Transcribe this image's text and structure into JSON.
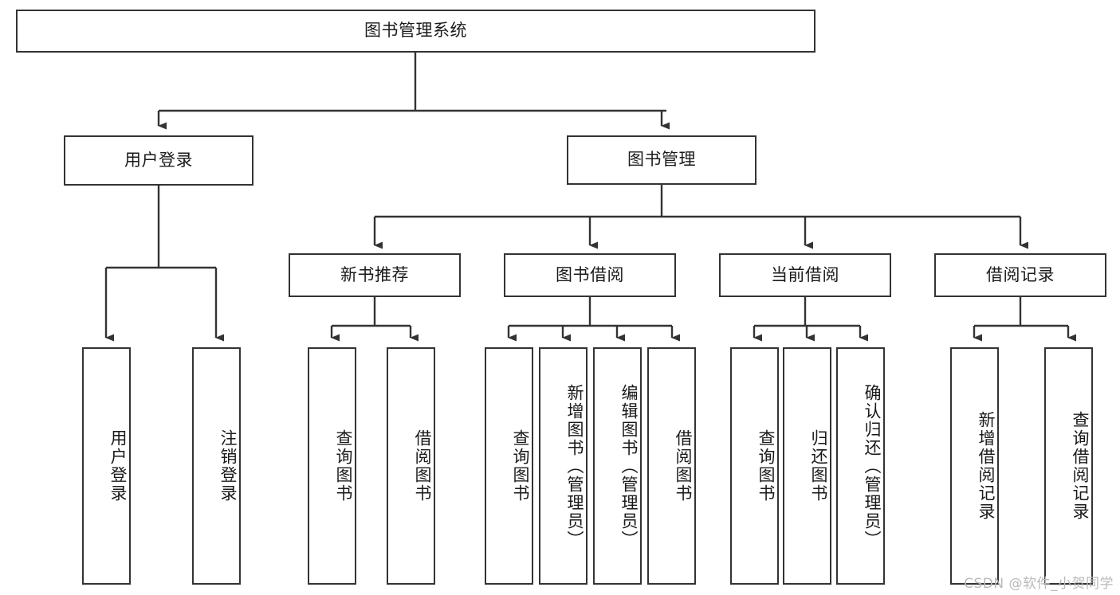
{
  "diagram": {
    "type": "tree",
    "title": "图书管理系统",
    "orientation": "top-down",
    "root": {
      "id": "root",
      "label": "图书管理系统"
    },
    "level1": [
      {
        "id": "user-login",
        "label": "用户登录"
      },
      {
        "id": "book-management",
        "label": "图书管理"
      }
    ],
    "level2": [
      {
        "id": "new-book-recommend",
        "label": "新书推荐",
        "parent": "book-management"
      },
      {
        "id": "book-borrow",
        "label": "图书借阅",
        "parent": "book-management"
      },
      {
        "id": "current-borrow",
        "label": "当前借阅",
        "parent": "book-management"
      },
      {
        "id": "borrow-record",
        "label": "借阅记录",
        "parent": "book-management"
      }
    ],
    "leaves": {
      "user-login": [
        {
          "id": "leaf-user-login",
          "label": "用户登录"
        },
        {
          "id": "leaf-user-logout",
          "label": "注销登录"
        }
      ],
      "new-book-recommend": [
        {
          "id": "leaf-query-book-1",
          "label": "查询图书"
        },
        {
          "id": "leaf-borrow-book-1",
          "label": "借阅图书"
        }
      ],
      "book-borrow": [
        {
          "id": "leaf-query-book-2",
          "label": "查询图书"
        },
        {
          "id": "leaf-add-book",
          "label": "新增图书（管理员）"
        },
        {
          "id": "leaf-edit-book",
          "label": "编辑图书（管理员）"
        },
        {
          "id": "leaf-borrow-book-2",
          "label": "借阅图书"
        }
      ],
      "current-borrow": [
        {
          "id": "leaf-query-book-3",
          "label": "查询图书"
        },
        {
          "id": "leaf-return-book",
          "label": "归还图书"
        },
        {
          "id": "leaf-confirm-return",
          "label": "确认归还（管理员）"
        }
      ],
      "borrow-record": [
        {
          "id": "leaf-add-record",
          "label": "新增借阅记录"
        },
        {
          "id": "leaf-query-record",
          "label": "查询借阅记录"
        }
      ]
    },
    "colors": {
      "box_border": "#333333",
      "box_fill": "#ffffff",
      "edge": "#333333",
      "text": "#1a1a1a",
      "watermark": "#b9b9b9",
      "background": "#ffffff"
    }
  },
  "watermark": {
    "text": "CSDN @软件_小贺同学"
  }
}
